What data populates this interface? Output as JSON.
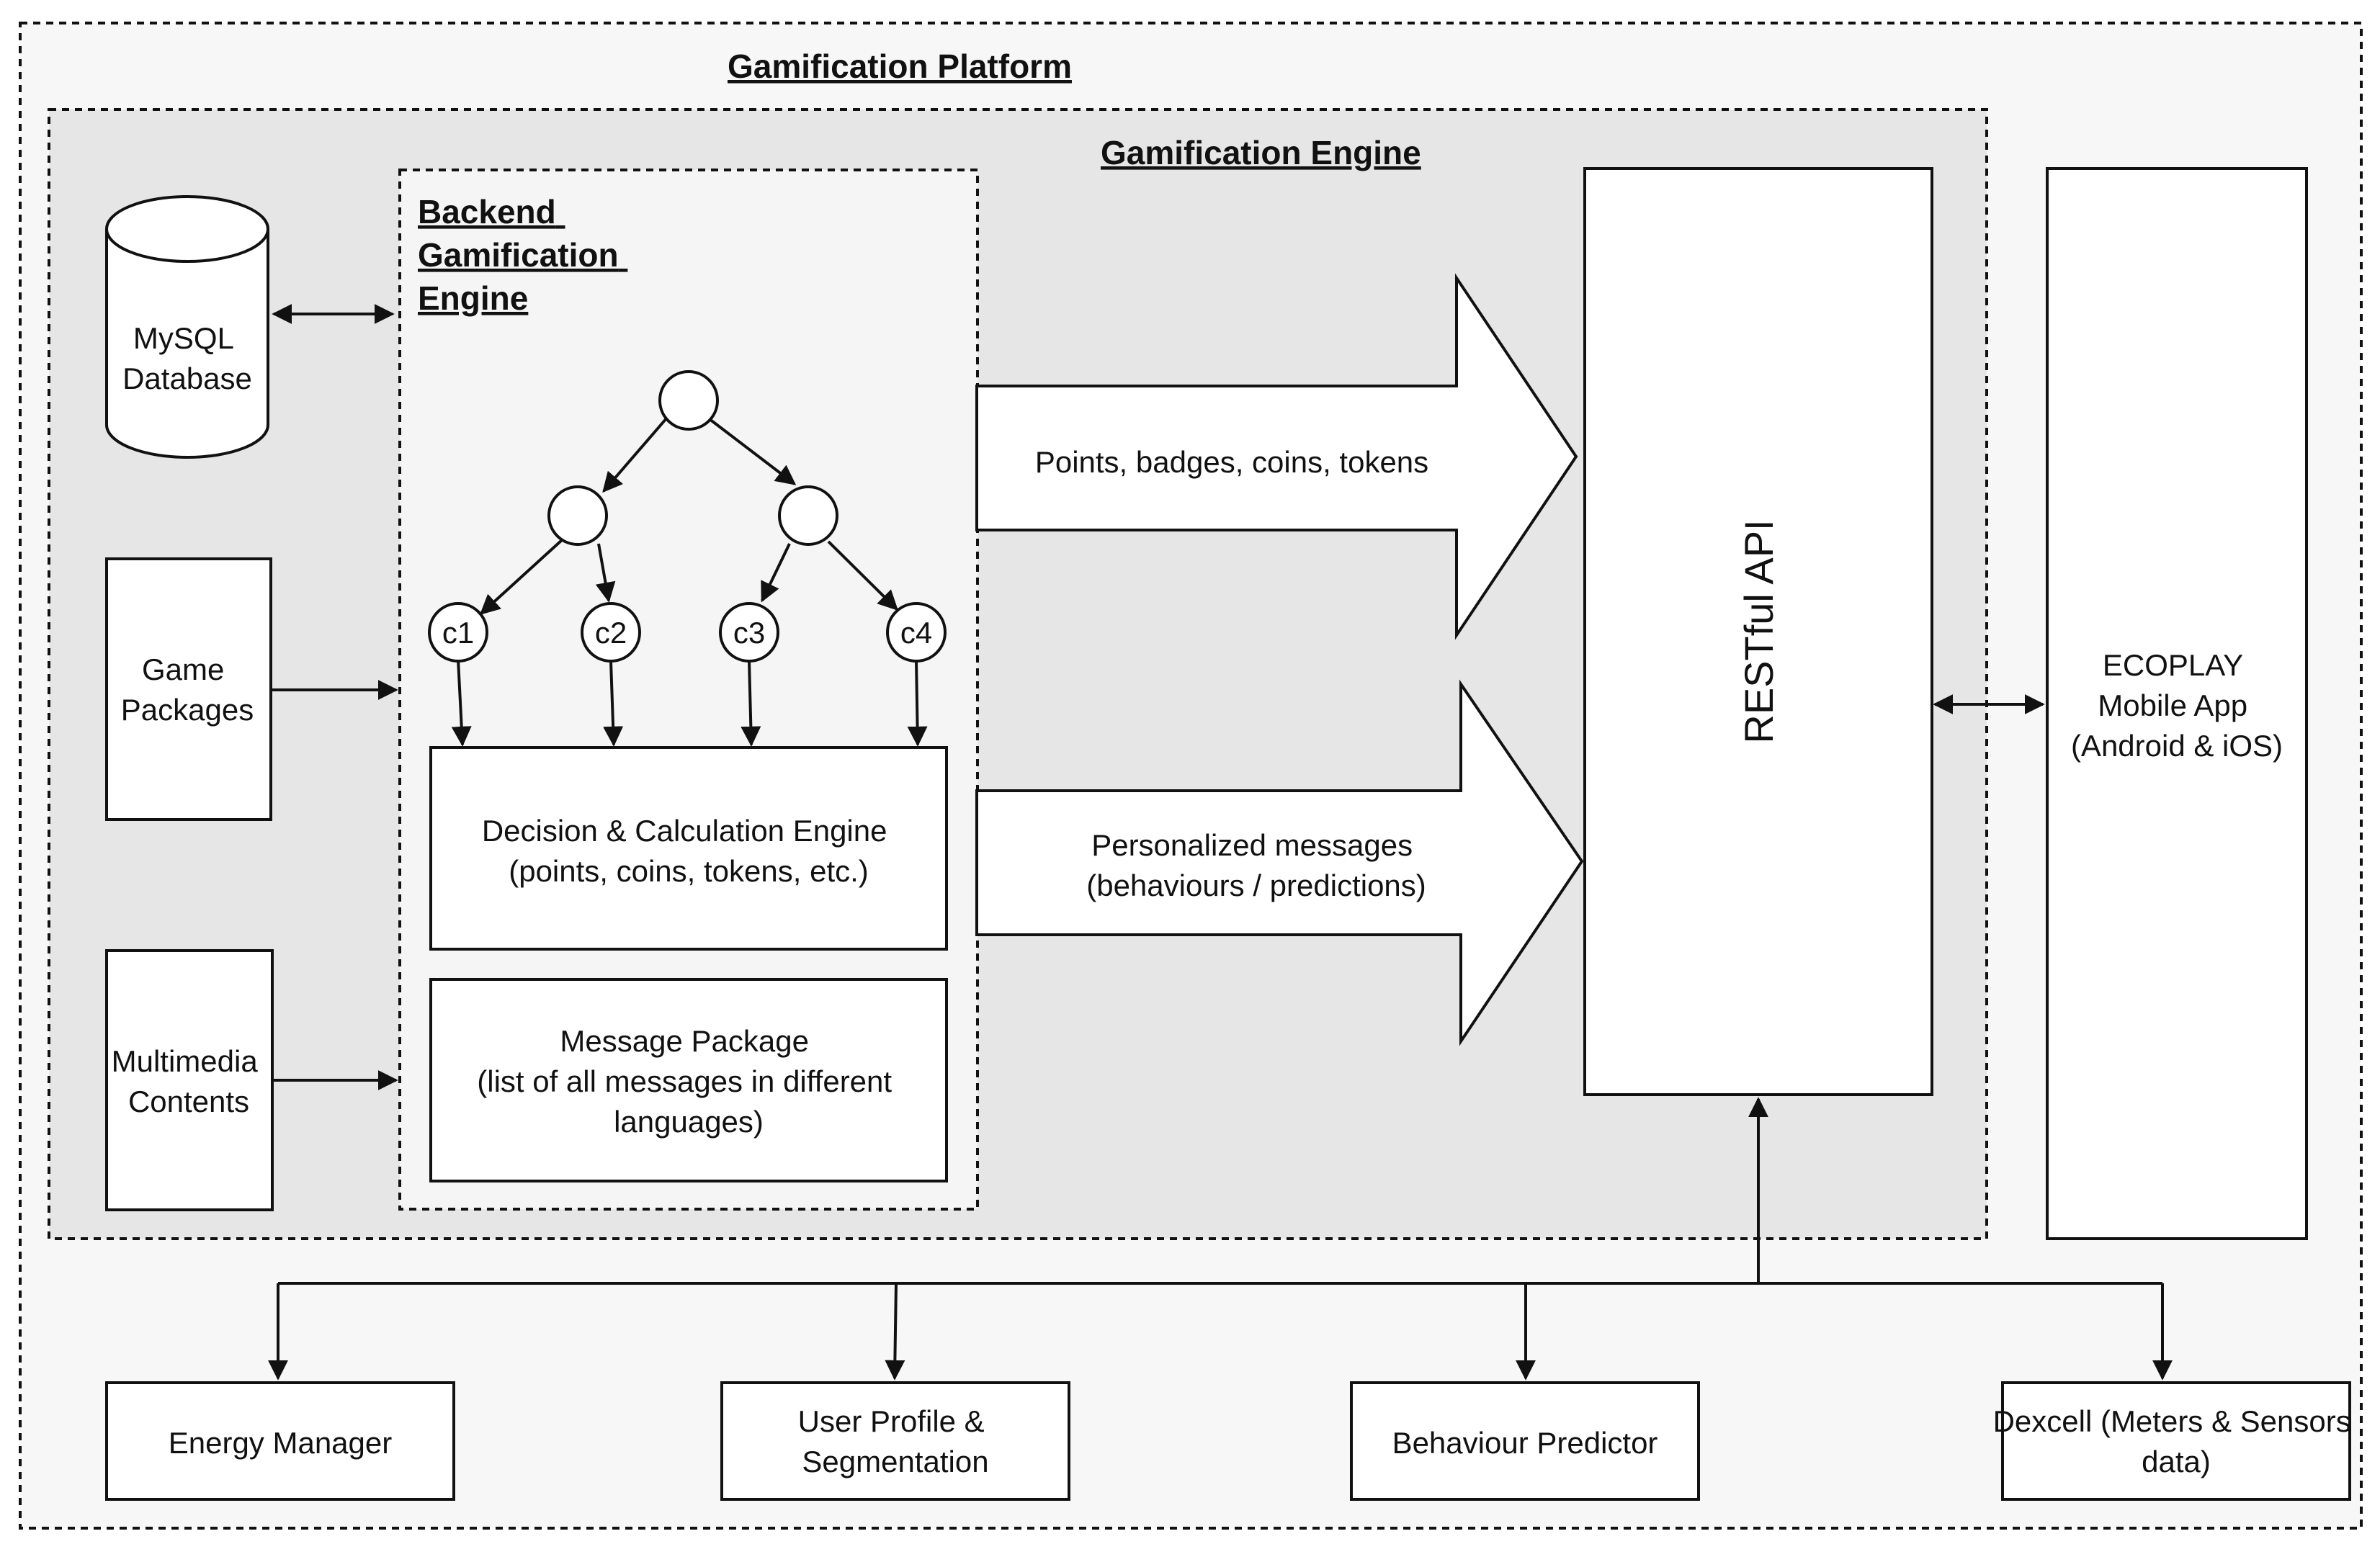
{
  "platform": {
    "title": "Gamification Platform"
  },
  "engine": {
    "title": "Gamification Engine"
  },
  "backend": {
    "title_lines": [
      "Backend",
      "Gamification",
      "Engine"
    ]
  },
  "database": {
    "lines": [
      "MySQL",
      "Database"
    ]
  },
  "game_packages": {
    "lines": [
      "Game",
      "Packages"
    ]
  },
  "multimedia": {
    "lines": [
      "Multimedia",
      "Contents"
    ]
  },
  "tree": {
    "leaves": [
      "c1",
      "c2",
      "c3",
      "c4"
    ]
  },
  "decision_engine": {
    "lines": [
      "Decision & Calculation Engine",
      "(points, coins, tokens, etc.)"
    ]
  },
  "message_package": {
    "lines": [
      "Message Package",
      "(list of all messages in different",
      "languages)"
    ]
  },
  "arrow_points": {
    "lines": [
      "Points, badges, coins, tokens"
    ]
  },
  "arrow_messages": {
    "lines": [
      "Personalized messages",
      "(behaviours / predictions)"
    ]
  },
  "restful_api": {
    "label": "RESTful API"
  },
  "ecoplay": {
    "lines": [
      "ECOPLAY",
      "Mobile App",
      "(Android & iOS)"
    ]
  },
  "services": [
    {
      "lines": [
        "Energy Manager"
      ]
    },
    {
      "lines": [
        "User Profile &",
        "Segmentation"
      ]
    },
    {
      "lines": [
        "Behaviour Predictor"
      ]
    },
    {
      "lines": [
        "Dexcell (Meters & Sensors",
        "data)"
      ]
    }
  ],
  "colors": {
    "platform_bg": "#f7f7f7",
    "engine_bg": "#e6e6e6",
    "backend_bg": "#f5f5f5",
    "stroke": "#111111"
  }
}
